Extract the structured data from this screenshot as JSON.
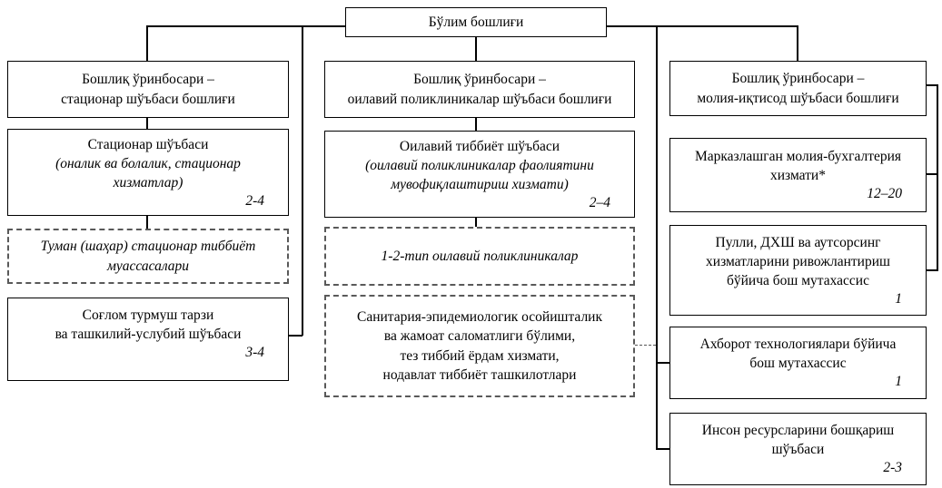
{
  "diagram": {
    "root": {
      "label": "Бўлим бошлиғи"
    },
    "left": {
      "header": {
        "lines": [
          "Бошлиқ ўринбосари –",
          "стационар шўъбаси бошлиғи"
        ]
      },
      "stationar": {
        "lines": [
          "Стационар шўъбаси"
        ],
        "italic_lines": [
          "(оналик ва болалик, стационар",
          "хизматлар)"
        ],
        "count": "2-4"
      },
      "tuman": {
        "lines": [
          "Туман (шаҳар) стационар тиббиёт",
          "муассасалари"
        ]
      },
      "soglom": {
        "lines": [
          "Соғлом турмуш тарзи",
          "ва ташкилий-услубий шўъбаси"
        ],
        "count": "3-4"
      }
    },
    "middle": {
      "header": {
        "lines": [
          "Бошлиқ ўринбосари –",
          "оилавий поликлиникалар шўъбаси бошлиғи"
        ]
      },
      "family_medicine": {
        "lines": [
          "Оилавий тиббиёт шўъбаси"
        ],
        "italic_lines": [
          "(оилавий поликлиникалар фаолиятини",
          "мувофиқлаштириш хизмати)"
        ],
        "count": "2–4"
      },
      "polyclinics": {
        "lines": [
          "1-2-тип оилавий поликлиникалар"
        ]
      },
      "sanepid": {
        "lines": [
          "Санитария-эпидемиологик осойишталик",
          "ва жамоат саломатлиги бўлими,",
          "тез тиббий ёрдам хизмати,",
          "нодавлат тиббиёт ташкилотлари"
        ]
      }
    },
    "right": {
      "header": {
        "lines": [
          "Бошлиқ ўринбосари –",
          "молия-иқтисод шўъбаси бошлиғи"
        ]
      },
      "accounting": {
        "lines": [
          "Марказлашган молия-бухгалтерия",
          "хизмати*"
        ],
        "count": "12–20"
      },
      "paid_services": {
        "lines": [
          "Пулли, ДХШ ва аутсорсинг",
          "хизматларини ривожлантириш",
          "бўйича бош мутахассис"
        ],
        "count": "1"
      },
      "it": {
        "lines": [
          "Ахборот технологиялари бўйича",
          "бош мутахассис"
        ],
        "count": "1"
      },
      "hr": {
        "lines": [
          "Инсон ресурсларини бошқариш",
          "шўъбаси"
        ],
        "count": "2-3"
      }
    },
    "colors": {
      "box_border": "#000000",
      "dashed_border": "#595959",
      "background": "#ffffff",
      "text": "#000000"
    }
  }
}
